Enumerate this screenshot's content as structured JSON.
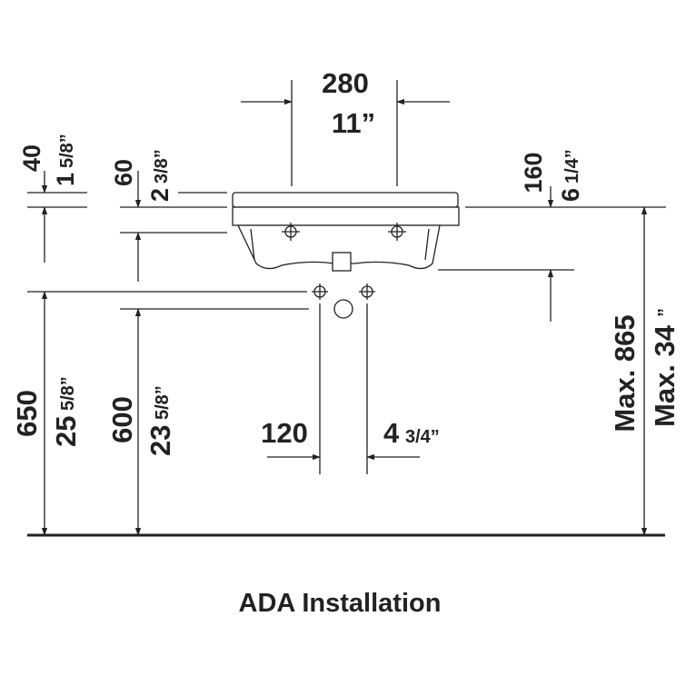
{
  "title": "ADA Installation",
  "dimensions": {
    "top_width_mm": "280",
    "top_width_in": "11”",
    "left_offset_mm": "40",
    "left_offset_in_whole": "1",
    "left_offset_in_frac": "5/8”",
    "inner_offset_mm": "60",
    "inner_offset_in_whole": "2",
    "inner_offset_in_frac": "3/8”",
    "right_offset_mm": "160",
    "right_offset_in_whole": "6",
    "right_offset_in_frac": "1/4”",
    "height_outer_mm": "650",
    "height_outer_in_whole": "25",
    "height_outer_in_frac": "5/8”",
    "height_inner_mm": "600",
    "height_inner_in_whole": "23",
    "height_inner_in_frac": "5/8”",
    "drain_width_mm": "120",
    "drain_width_in_whole": "4",
    "drain_width_in_frac": "3/4”",
    "max_height_mm": "Max. 865",
    "max_height_in": "Max. 34",
    "max_height_in_mark": "”"
  }
}
